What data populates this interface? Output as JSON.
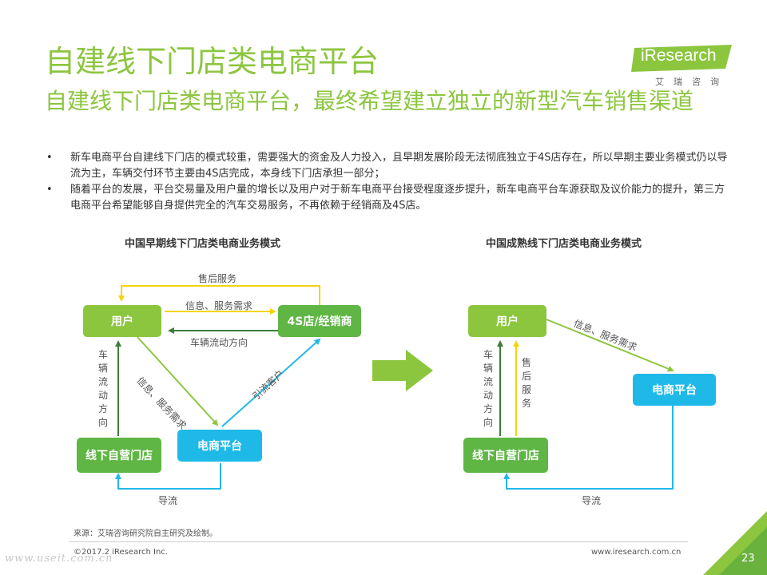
{
  "title": "自建线下门店类电商平台",
  "subtitle": "自建线下门店类电商平台，最终希望建立独立的新型汽车销售渠道",
  "logo": {
    "brand_prefix": "i",
    "brand": "Research",
    "cn": "艾瑞咨询"
  },
  "bullets": [
    "新车电商平台自建线下门店的模式较重，需要强大的资金及人力投入，且早期发展阶段无法彻底独立于4S店存在，所以早期主要业务模式仍以导流为主，车辆交付环节主要由4S店完成，本身线下门店承担一部分；",
    "随着平台的发展，平台交易量及用户量的增长以及用户对于新车电商平台接受程度逐步提升，新车电商平台车源获取及议价能力的提升，第三方电商平台希望能够自身提供完全的汽车交易服务，不再依赖于经销商及4S店。"
  ],
  "bullet_symbol": "•",
  "left_diagram": {
    "title": "中国早期线下门店类电商业务模式",
    "nodes": {
      "user": "用户",
      "dealer": "4S店/经销商",
      "platform": "电商平台",
      "store": "线下自营门店"
    },
    "labels": {
      "after_sales": "售后服务",
      "info_service": "信息、服务需求",
      "vehicle_flow": "车辆流动方向",
      "vehicle_flow_vertical": "车辆流动方向",
      "info_service_diag": "信息、服务需求",
      "traffic": "引流客户",
      "guide": "导流"
    }
  },
  "right_diagram": {
    "title": "中国成熟线下门店类电商业务模式",
    "nodes": {
      "user": "用户",
      "platform": "电商平台",
      "store": "线下自营门店"
    },
    "labels": {
      "info_service_diag": "信息、服务需求",
      "vehicle_flow_vertical": "车辆流动方向",
      "after_sales_vertical": "售后服务",
      "guide": "导流"
    }
  },
  "source": "来源：艾瑞咨询研究院自主研究及绘制。",
  "copyright": "©2017.2 iResearch Inc.",
  "site": "www.iresearch.com.cn",
  "page_number": "23",
  "watermark": "www.useit.com.cn",
  "colors": {
    "title_green": "#8cc63f",
    "node_green": "#8cc63f",
    "node_dark_green": "#5fb645",
    "node_blue": "#1fb9e8",
    "arrow_yellow": "#f5d40d",
    "arrow_green": "#8cc63f",
    "arrow_blue": "#1fb9e8",
    "arrow_dark_green": "#3f7d39"
  }
}
